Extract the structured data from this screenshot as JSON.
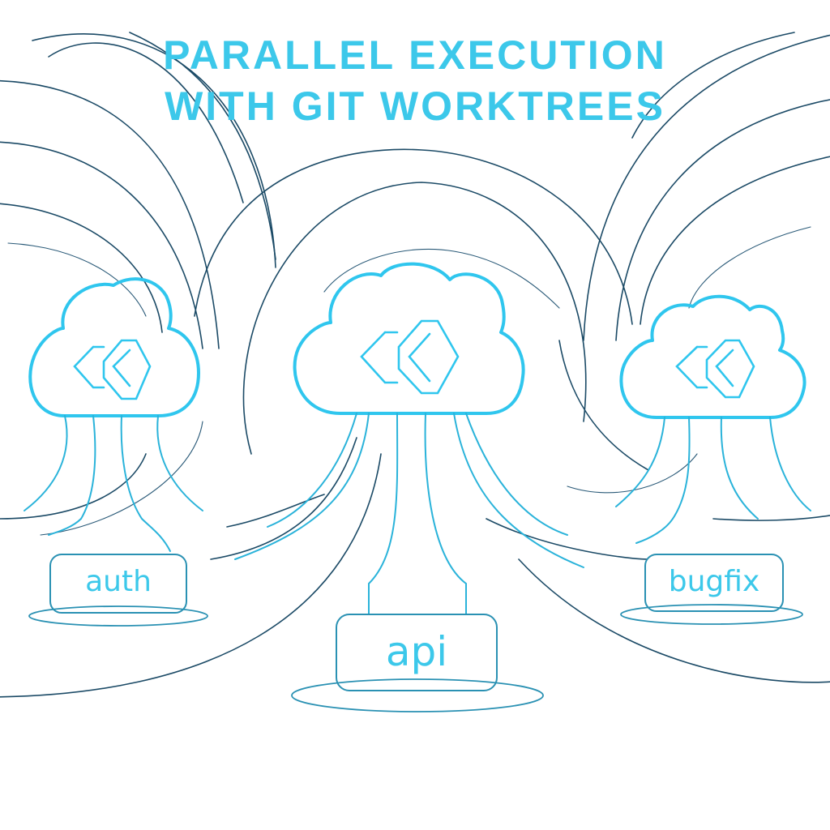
{
  "diagram": {
    "title_line1": "PARALLEL EXECUTION",
    "title_line2": "WITH GIT WORKTREES",
    "worktrees": [
      {
        "label": "auth"
      },
      {
        "label": "api"
      },
      {
        "label": "bugfix"
      }
    ]
  },
  "colors": {
    "accent": "#3cc8ea",
    "line": "#1b4a66",
    "box_stroke": "#2a91b3"
  },
  "icons": [
    "cloud-icon",
    "worktree-chevron-icon"
  ]
}
